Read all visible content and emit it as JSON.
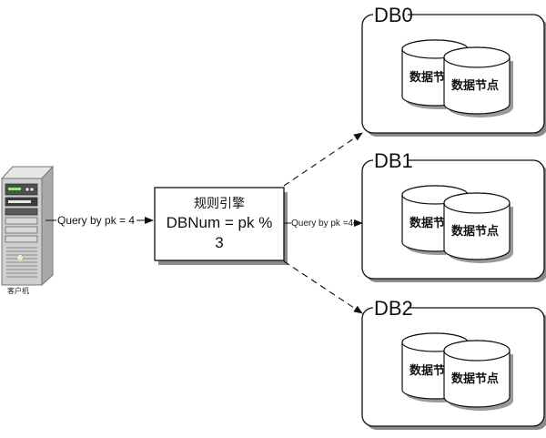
{
  "client": {
    "label": "客户机",
    "icon": "server-tower-icon"
  },
  "edges": {
    "client_to_engine": "Query by pk = 4",
    "engine_to_db1": "Query by pk =4"
  },
  "engine": {
    "title": "规则引擎",
    "formula_line1": "DBNum = pk %",
    "formula_line2": "3"
  },
  "databases": [
    {
      "name": "DB0",
      "node_back": "数据节",
      "node_front": "数据节点"
    },
    {
      "name": "DB1",
      "node_back": "数据节",
      "node_front": "数据节点"
    },
    {
      "name": "DB2",
      "node_back": "数据节",
      "node_front": "数据节点"
    }
  ],
  "colors": {
    "stroke": "#111111",
    "shadow": "#8a8a8a",
    "server_body": "#c8c8c8",
    "server_dark": "#5a5a5a"
  }
}
